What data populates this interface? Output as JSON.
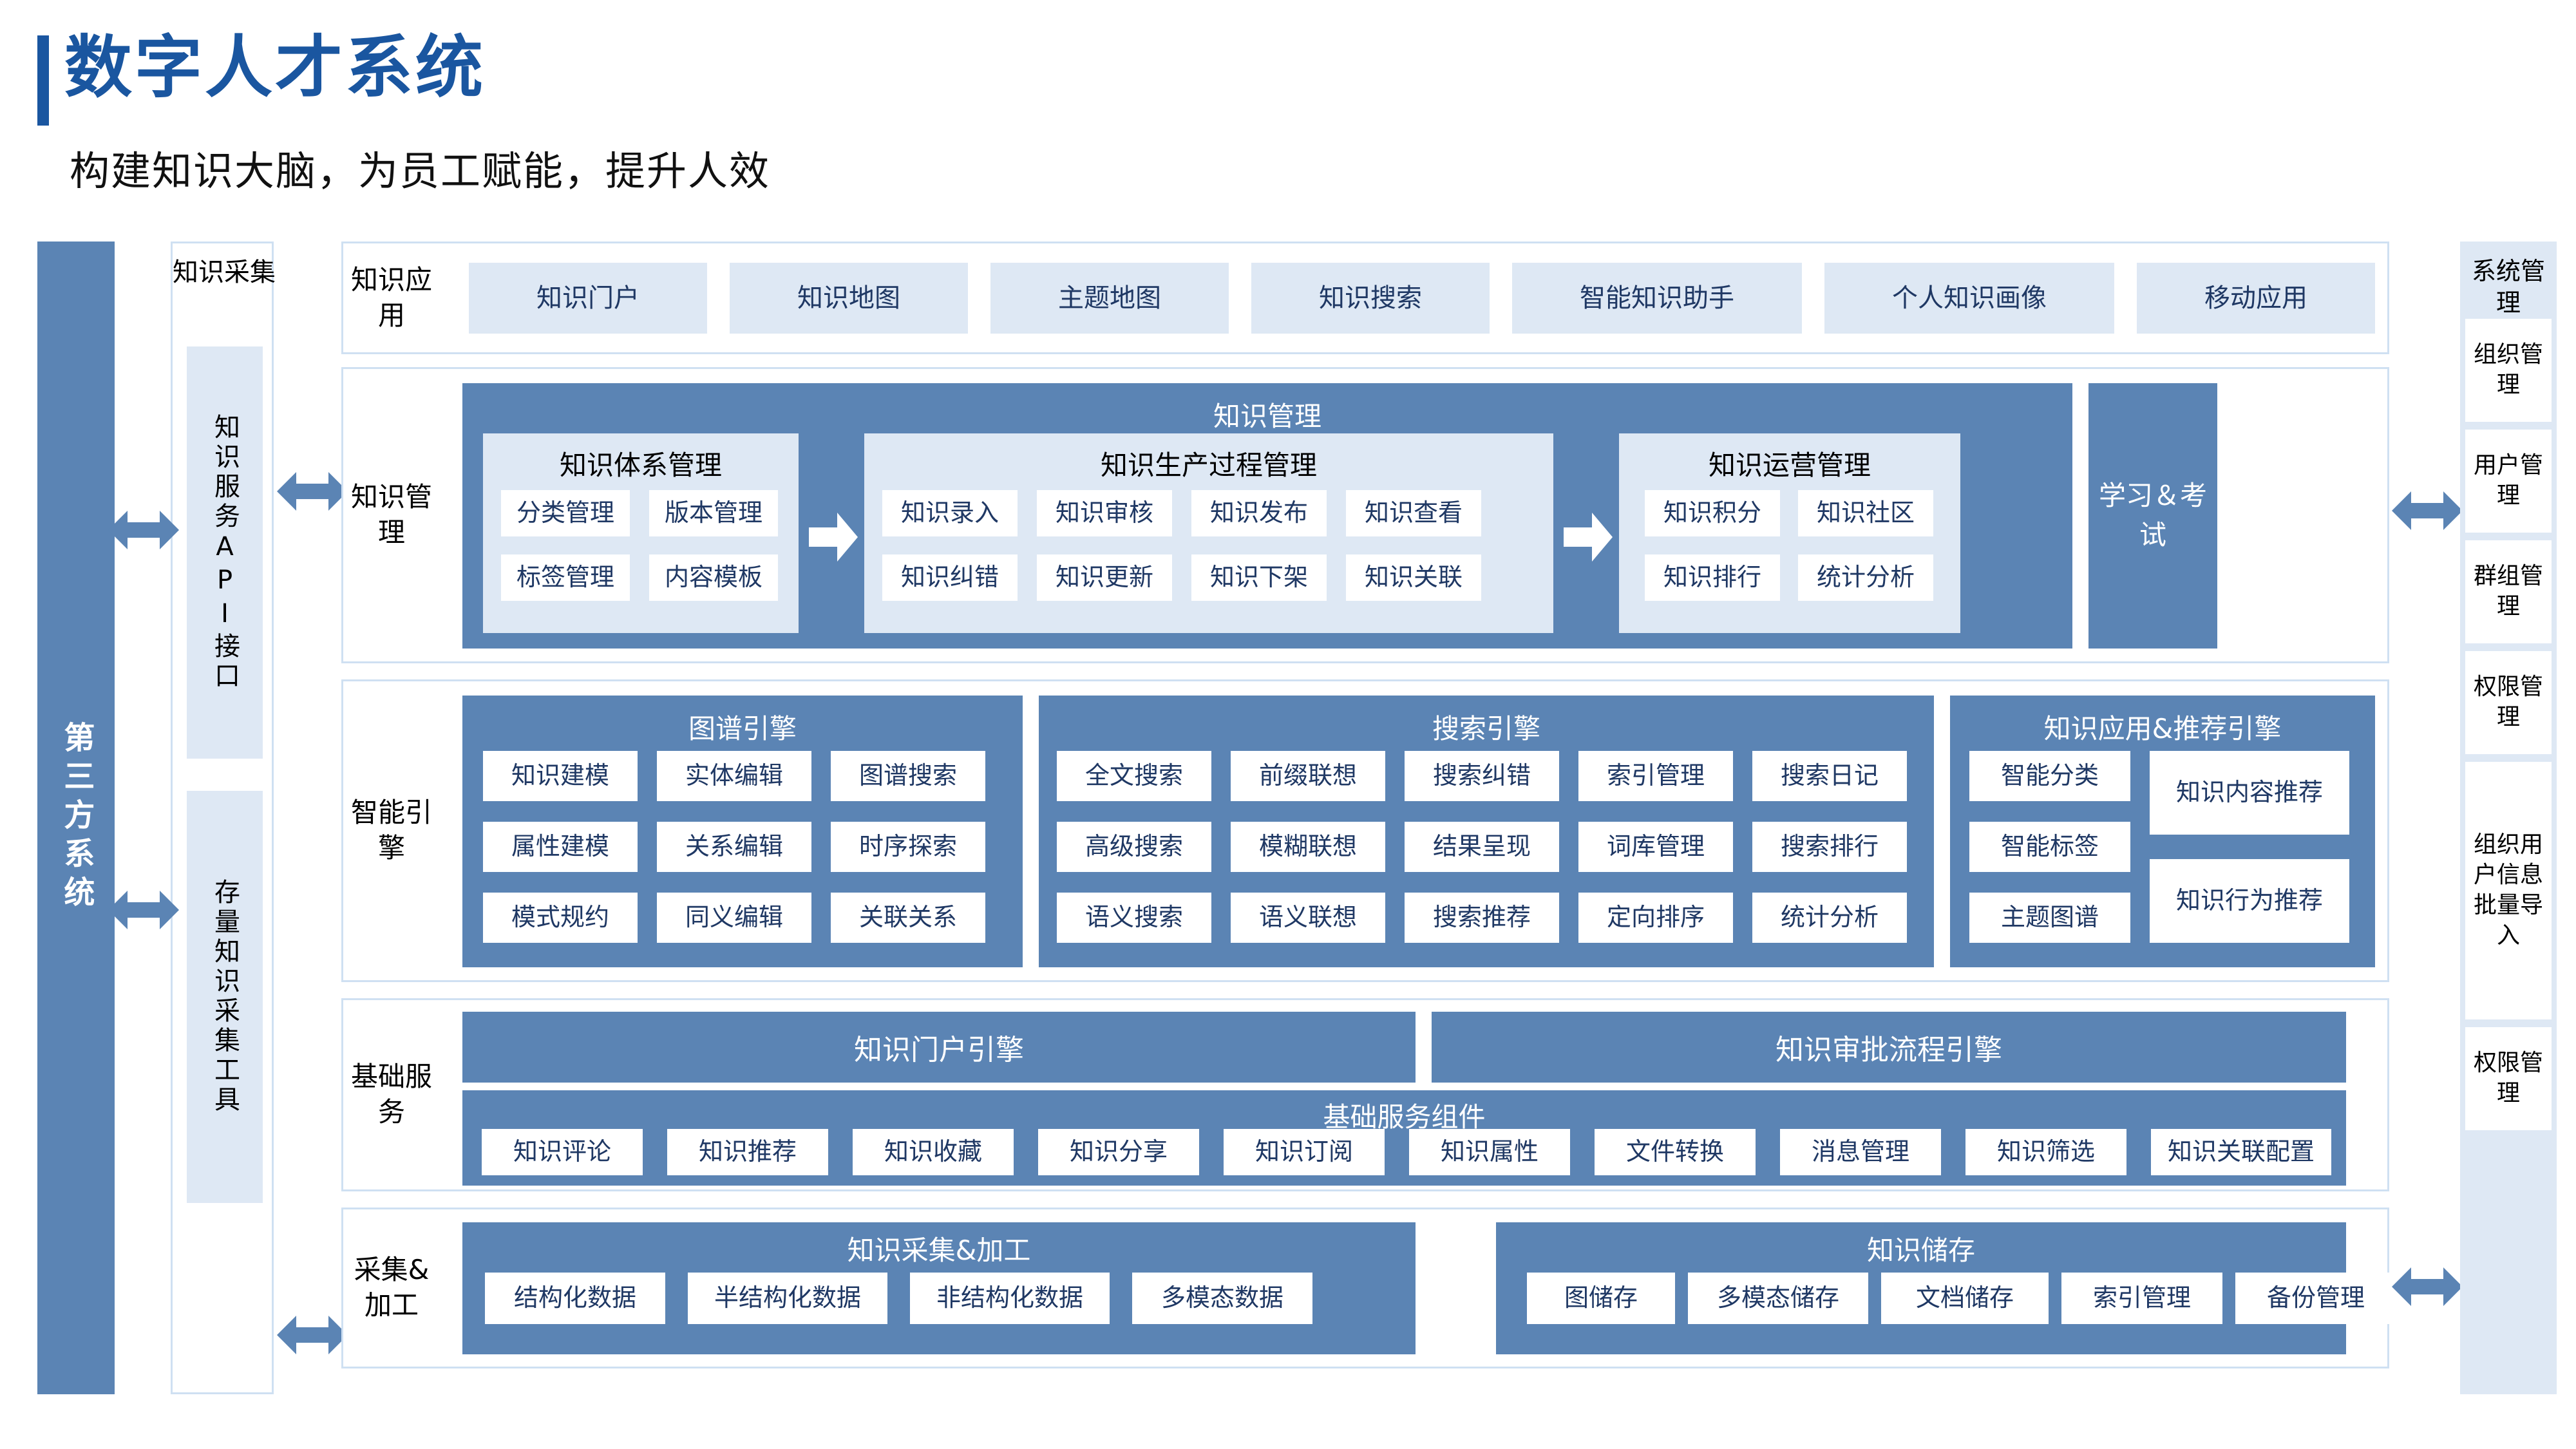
{
  "header": {
    "title": "数字人才系统",
    "subtitle": "构建知识大脑，为员工赋能，提升人效",
    "accent_color": "#1A56A0"
  },
  "colors": {
    "title_blue": "#1A56A0",
    "medium_blue": "#5B84B4",
    "light_blue": "#DEE8F4",
    "border_blue": "#CFE0F2",
    "tile_text": "#1F3864"
  },
  "left_column": {
    "third_party": "第三方系统",
    "collect": {
      "title": "知识采集",
      "items": [
        {
          "label": "知识服务API接口"
        },
        {
          "label": "存量知识采集工具"
        }
      ]
    }
  },
  "right_column": {
    "title": "系统管理",
    "items": [
      {
        "label": "组织管理"
      },
      {
        "label": "用户管理"
      },
      {
        "label": "群组管理"
      },
      {
        "label": "权限管理"
      },
      {
        "label": "组织用户信息批量导入"
      },
      {
        "label": "权限管理"
      }
    ]
  },
  "rows": [
    {
      "key": "app",
      "label": "知识应用",
      "tiles": [
        "知识门户",
        "知识地图",
        "主题地图",
        "知识搜索",
        "智能知识助手",
        "个人知识画像",
        "移动应用"
      ]
    },
    {
      "key": "manage",
      "label": "知识管理",
      "group_title": "知识管理",
      "side_panel": "学习＆考试",
      "subgroups": [
        {
          "title": "知识体系管理",
          "items": [
            "分类管理",
            "版本管理",
            "标签管理",
            "内容模板"
          ]
        },
        {
          "title": "知识生产过程管理",
          "items": [
            "知识录入",
            "知识审核",
            "知识发布",
            "知识查看",
            "知识纠错",
            "知识更新",
            "知识下架",
            "知识关联"
          ]
        },
        {
          "title": "知识运营管理",
          "items": [
            "知识积分",
            "知识社区",
            "知识排行",
            "统计分析"
          ]
        }
      ]
    },
    {
      "key": "engine",
      "label": "智能引擎",
      "subgroups": [
        {
          "title": "图谱引擎",
          "items": [
            "知识建模",
            "实体编辑",
            "图谱搜索",
            "属性建模",
            "关系编辑",
            "时序探索",
            "模式规约",
            "同义编辑",
            "关联关系"
          ]
        },
        {
          "title": "搜索引擎",
          "items": [
            "全文搜索",
            "前缀联想",
            "搜索纠错",
            "索引管理",
            "搜索日记",
            "高级搜索",
            "模糊联想",
            "结果呈现",
            "词库管理",
            "搜索排行",
            "语义搜索",
            "语义联想",
            "搜索推荐",
            "定向排序",
            "统计分析"
          ]
        },
        {
          "title": "知识应用&推荐引擎",
          "left_items": [
            "智能分类",
            "智能标签",
            "主题图谱"
          ],
          "right_items": [
            "知识内容推荐",
            "知识行为推荐"
          ]
        }
      ]
    },
    {
      "key": "base",
      "label": "基础服务",
      "bars": [
        "知识门户引擎",
        "知识审批流程引擎"
      ],
      "component_title": "基础服务组件",
      "components": [
        "知识评论",
        "知识推荐",
        "知识收藏",
        "知识分享",
        "知识订阅",
        "知识属性",
        "文件转换",
        "消息管理",
        "知识筛选",
        "知识关联配置"
      ]
    },
    {
      "key": "collect",
      "label": "采集&加工",
      "subgroups": [
        {
          "title": "知识采集&加工",
          "items": [
            "结构化数据",
            "半结构化数据",
            "非结构化数据",
            "多模态数据"
          ]
        },
        {
          "title": "知识储存",
          "items": [
            "图储存",
            "多模态储存",
            "文档储存",
            "索引管理",
            "备份管理"
          ]
        }
      ]
    }
  ]
}
